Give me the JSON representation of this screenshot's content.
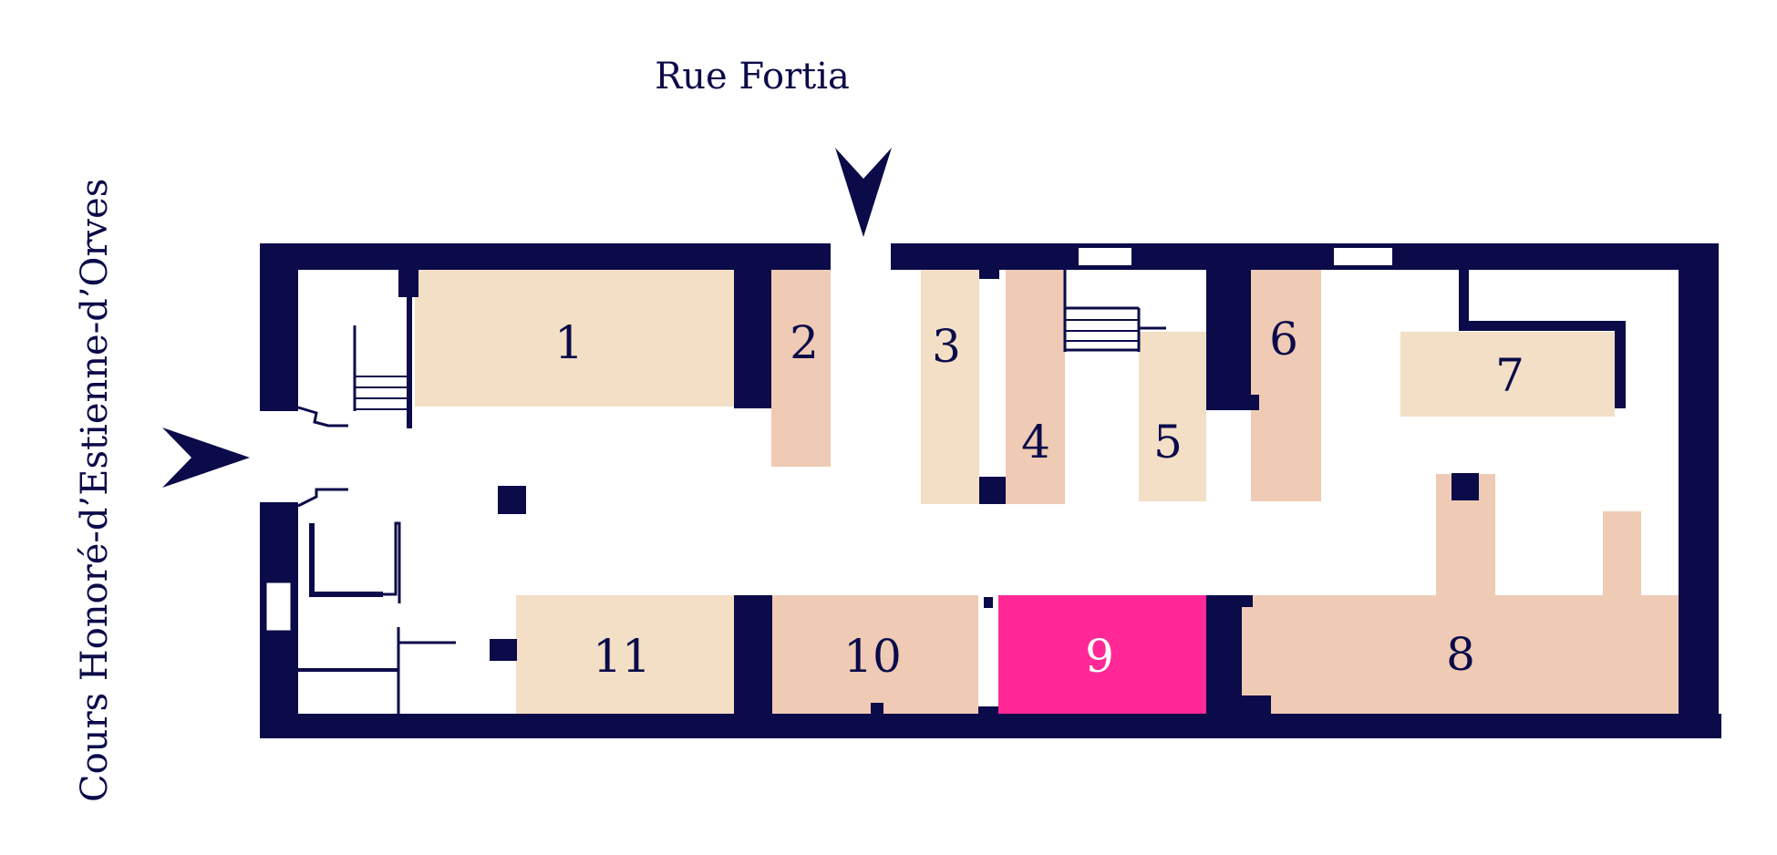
{
  "streets": {
    "top": "Rue Fortia",
    "left": "Cours Honoré-d’Estienne-d’Orves"
  },
  "colors": {
    "wall": "#0b0b4a",
    "room_light": "#f3dfc6",
    "room_medium": "#efcab4",
    "room_highlight": "#ff2896",
    "label_default": "#0b0b4a",
    "label_highlight": "#ffffff"
  },
  "highlighted_room": "9",
  "rooms": [
    {
      "id": "1",
      "label": "1",
      "tone": "light"
    },
    {
      "id": "2",
      "label": "2",
      "tone": "medium"
    },
    {
      "id": "3",
      "label": "3",
      "tone": "light"
    },
    {
      "id": "4",
      "label": "4",
      "tone": "medium"
    },
    {
      "id": "5",
      "label": "5",
      "tone": "light"
    },
    {
      "id": "6",
      "label": "6",
      "tone": "medium"
    },
    {
      "id": "7",
      "label": "7",
      "tone": "light"
    },
    {
      "id": "8",
      "label": "8",
      "tone": "medium"
    },
    {
      "id": "9",
      "label": "9",
      "tone": "highlight"
    },
    {
      "id": "10",
      "label": "10",
      "tone": "medium"
    },
    {
      "id": "11",
      "label": "11",
      "tone": "light"
    }
  ],
  "entrances": [
    {
      "street": "Rue Fortia",
      "icon": "entrance-arrow-down-icon"
    },
    {
      "street": "Cours Honoré-d’Estienne-d’Orves",
      "icon": "entrance-arrow-right-icon"
    }
  ]
}
